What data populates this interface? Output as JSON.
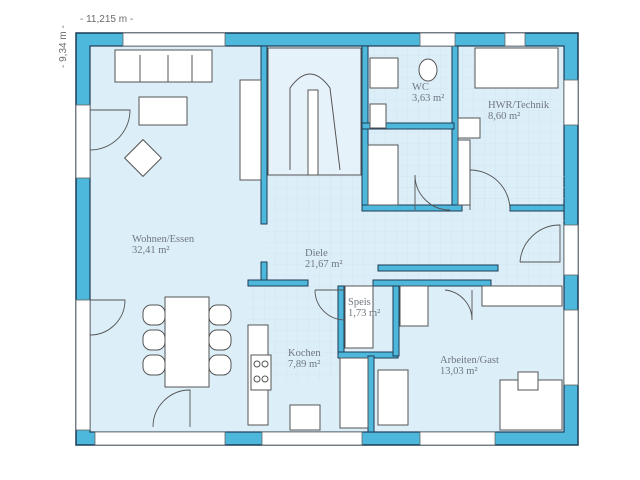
{
  "dimensions": {
    "width": "- 11,215 m -",
    "height": "- 9,34 m -"
  },
  "colors": {
    "wall": "#4db8dc",
    "wall_outline": "#1d3b55",
    "floor": "#dceef8",
    "furniture": "#ffffff",
    "line": "#555555"
  },
  "rooms": [
    {
      "name": "Wohnen/Essen",
      "area": "32,41 m²"
    },
    {
      "name": "Diele",
      "area": "21,67 m²"
    },
    {
      "name": "WC",
      "area": "3,63 m²"
    },
    {
      "name": "HWR/Technik",
      "area": "8,60 m²"
    },
    {
      "name": "Speis",
      "area": "1,73 m²"
    },
    {
      "name": "Kochen",
      "area": "7,89 m²"
    },
    {
      "name": "Arbeiten/Gast",
      "area": "13,03 m²"
    }
  ]
}
